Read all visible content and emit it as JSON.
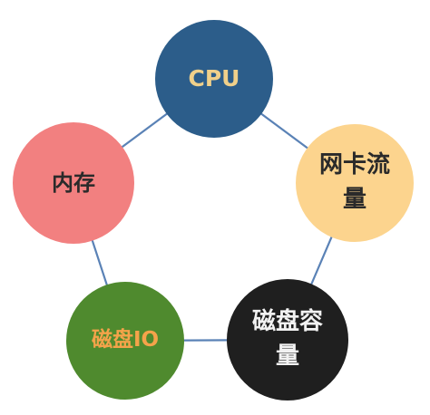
{
  "diagram": {
    "edge_color": "#5a82b6",
    "nodes": [
      {
        "id": "cpu",
        "label": "CPU",
        "fill": "#2c5d8a",
        "text_color": "#f0d08a"
      },
      {
        "id": "nic",
        "label": "网卡流量",
        "fill": "#fcd48e",
        "text_color": "#2a2a2a"
      },
      {
        "id": "memory",
        "label": "内存",
        "fill": "#f28080",
        "text_color": "#2a2a2a"
      },
      {
        "id": "diskio",
        "label": "磁盘IO",
        "fill": "#4f8a2e",
        "text_color": "#f5a34a"
      },
      {
        "id": "diskcap",
        "label": "磁盘容量",
        "fill": "#1f1f1f",
        "text_color": "#f2f2f2"
      }
    ],
    "edges": [
      [
        "cpu",
        "nic"
      ],
      [
        "nic",
        "diskcap"
      ],
      [
        "diskcap",
        "diskio"
      ],
      [
        "diskio",
        "memory"
      ],
      [
        "memory",
        "cpu"
      ]
    ]
  }
}
